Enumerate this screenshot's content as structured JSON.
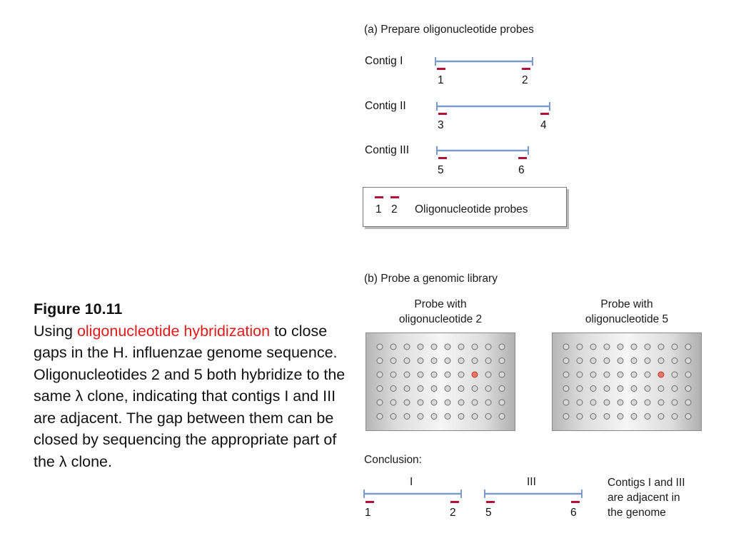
{
  "caption": {
    "title": "Figure 10.11",
    "text_before": "Using ",
    "highlight": "oligonucleotide hybridization",
    "text_after": " to close gaps in the H. influenzae genome sequence. Oligonucleotides 2 and 5 both hybridize to the same λ clone, indicating that contigs I and III are adjacent. The gap between them can be closed by sequencing the appropriate part of the λ clone."
  },
  "panel_a": {
    "heading": "(a)  Prepare oligonucleotide probes",
    "contigs": [
      {
        "label": "Contig I",
        "left_probe": "1",
        "right_probe": "2"
      },
      {
        "label": "Contig II",
        "left_probe": "3",
        "right_probe": "4"
      },
      {
        "label": "Contig III",
        "left_probe": "5",
        "right_probe": "6"
      }
    ],
    "legend": {
      "probe1": "1",
      "probe2": "2",
      "text": "Oligonucleotide probes"
    }
  },
  "panel_b": {
    "heading": "(b)  Probe a genomic library",
    "plates": [
      {
        "title_line1": "Probe with",
        "title_line2": "oligonucleotide 2",
        "hit_row": 3,
        "hit_col": 8
      },
      {
        "title_line1": "Probe with",
        "title_line2": "oligonucleotide 5",
        "hit_row": 3,
        "hit_col": 8
      }
    ],
    "grid_rows": 6,
    "grid_cols": 10
  },
  "conclusion": {
    "heading": "Conclusion:",
    "contig_left_label": "I",
    "contig_right_label": "III",
    "probes": [
      "1",
      "2",
      "5",
      "6"
    ],
    "note_line1": "Contigs I and III",
    "note_line2": "are adjacent in",
    "note_line3": "the genome"
  },
  "colors": {
    "contig_line": "#7b9ac9",
    "probe": "#b5123a",
    "hit_dot": "#e8756a",
    "caption_highlight": "#e31b1b"
  }
}
